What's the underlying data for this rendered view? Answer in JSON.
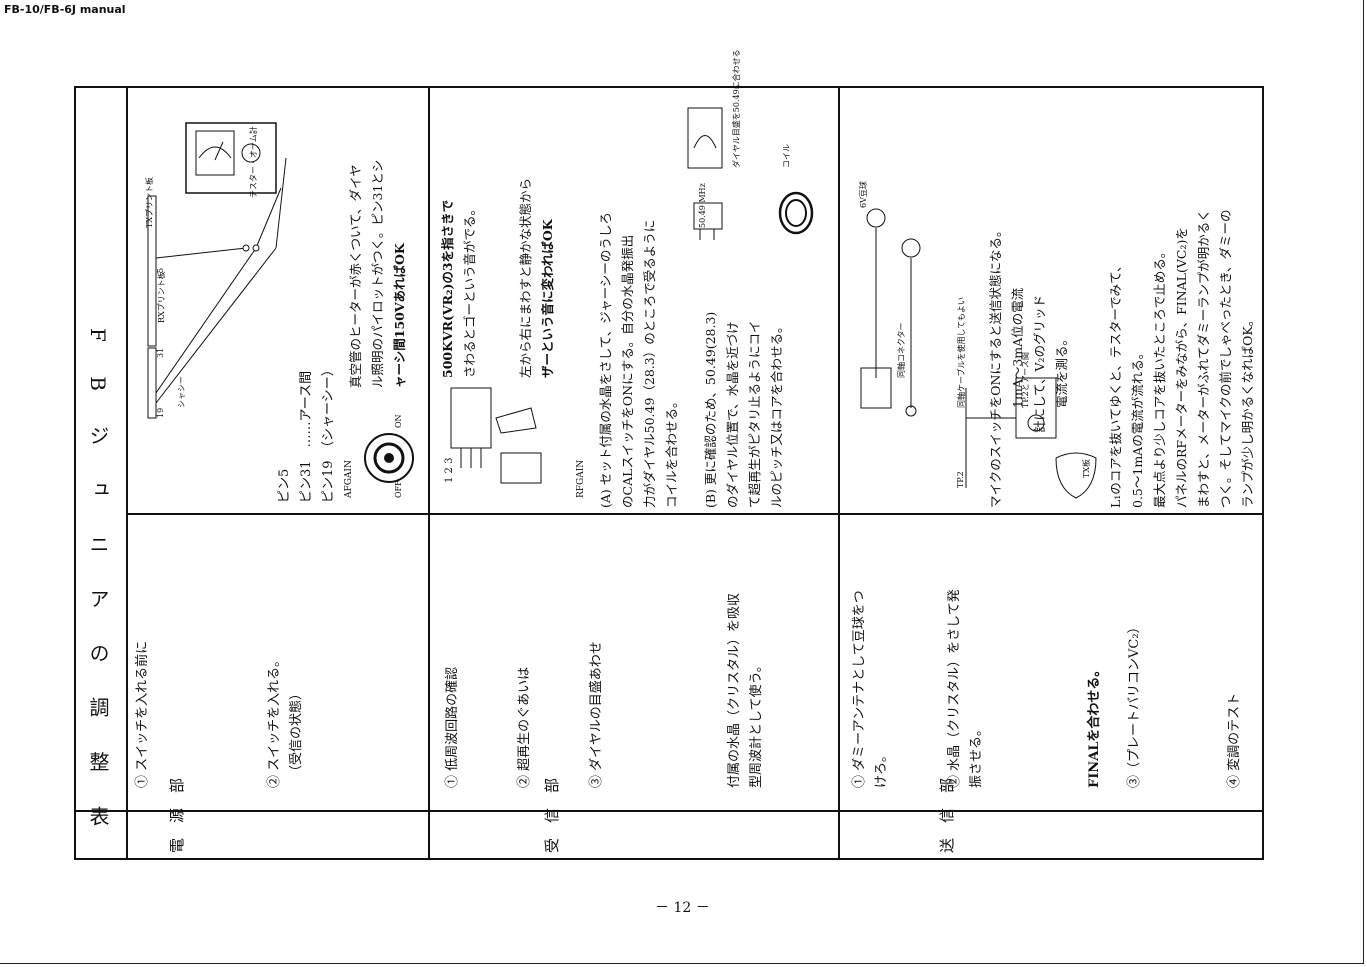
{
  "header": "FB-10/FB-6J manual",
  "title": "F B ジ ュ ニ ア の 調 整 表",
  "sections": {
    "power": "電　源　部",
    "receive": "受　信　部",
    "transmit": "送　信　部"
  },
  "power": {
    "step1": "① スイッチを入れる前に",
    "step2a": "② スイッチを入れる。",
    "step2b": "（受信の状態）",
    "diagram": {
      "pin19": "19",
      "pin31": "31",
      "rx_board": "RXプリント板",
      "pin5": "5",
      "tx_board": "TXプリント板",
      "chassis": "シャシー",
      "tester": "テスター・オーム計"
    },
    "pins": [
      "ピン5",
      "ピン31　……アース間",
      "ピン19　（シャーシー）"
    ],
    "afgain": "AFGAIN",
    "off": "OFF",
    "on": "ON",
    "result": [
      "真空管のヒーターが赤くついて、ダイヤ",
      "ル照明のパイロットがつく。ピン31とシ",
      "ャーシ間150VあればOK"
    ]
  },
  "receive": {
    "step1": "① 低周波回路の確認",
    "step2": "② 超再生のぐあいは",
    "step3": "③ ダイヤルの目盛あわせ",
    "step4a": "付属の水晶（クリスタル）を吸収",
    "step4b": "型周波計として使う。",
    "d1": [
      "500KVR(VR₂)の3を指さきで",
      "さわるとゴーという音がでる。"
    ],
    "d2": [
      "左から右にまわすと静かな状態から",
      "ザーという音に変わればOK"
    ],
    "vr_label": "1 2 3",
    "rfgain": "RFGAIN",
    "dA": [
      "(A) セット付属の水晶をさして、ジャーシーのうしろ",
      "のCALスイッチをONにする。自分の水晶発振出",
      "力がダイヤル50.49（28.3）のところで受るように",
      "コイルを合わせる。"
    ],
    "dB": [
      "(B) 更に確認のため、50.49(28.3)",
      "のダイヤル位置で、水晶を近づけ",
      "て超再生がピタリ止るようにコイ",
      "ルのピッチ又はコアを合わせる。"
    ],
    "crystal": "50.49 MHz",
    "dial_note": "ダイヤル目盛を50.49に合わせる",
    "coil": "コイル"
  },
  "transmit": {
    "step1a": "① ダミーアンテナとして豆球をつ",
    "step1b": "けろ。",
    "step2a": "② 水晶（クリスタル）をさして発",
    "step2b": "振させる。",
    "final": "FINALを合わせる。",
    "step3": "③（プレートバリコンVC₂）",
    "step4": "④ 変調のテスト",
    "bulb": "6V豆球",
    "coax": "同軸コネクター",
    "coax_note": "同軸ケーブルを使用してもよい",
    "tp2": "TP.2",
    "txboard": "TX板",
    "tp2_earth": "TP.2とアース間",
    "d1": [
      "マイクのスイッチをONにすると送信状態になる。",
      "　　　　　　　　1mA〜3mA位の電流",
      "　　　　　　計にして、V₂のグリッド",
      "　　　　　　　　電流を測る。"
    ],
    "d2": [
      "L₁のコアを抜いてゆくと、テスターでみて、",
      "0.5〜1mAの電流が流れる。",
      "最大点より少しコアを抜いたところで止める。",
      "パネルのRFメーターをみながら、FINAL(VC₂)を",
      "まわすと、メーターがふれてダミーランプが明かるく",
      "つく。そしてマイクの前でしゃべったとき、ダミーの",
      "ランプが少し明かるくなればOK。"
    ]
  },
  "footer": "－ 12 －"
}
